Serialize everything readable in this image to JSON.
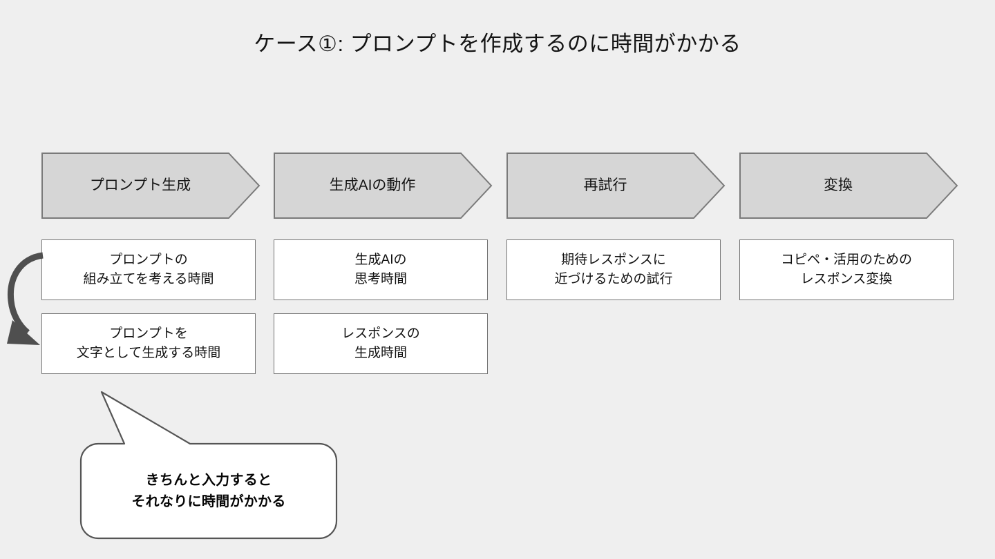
{
  "slide": {
    "title": "ケース①: プロンプトを作成するのに時間がかかる",
    "background_color": "#efefef"
  },
  "colors": {
    "phase_fill": "#d6d6d6",
    "phase_stroke": "#7a7a7a",
    "box_fill": "#ffffff",
    "box_stroke": "#737373",
    "arrow_color": "#4f4f4f",
    "text_color": "#111111"
  },
  "phases": [
    {
      "label": "プロンプト生成",
      "items": [
        "プロンプトの\n組み立てを考える時間",
        "プロンプトを\n文字として生成する時間"
      ]
    },
    {
      "label": "生成AIの動作",
      "items": [
        "生成AIの\n思考時間",
        "レスポンスの\n生成時間"
      ]
    },
    {
      "label": "再試行",
      "items": [
        "期待レスポンスに\n近づけるための試行"
      ]
    },
    {
      "label": "変換",
      "items": [
        "コピペ・活用のための\nレスポンス変換"
      ]
    }
  ],
  "callout": {
    "text": "きちんと入力すると\nそれなりに時間がかかる"
  },
  "loop_arrow": {
    "name": "loop-back-arrow",
    "description": "curved arrow from first item box back down to second item box"
  }
}
